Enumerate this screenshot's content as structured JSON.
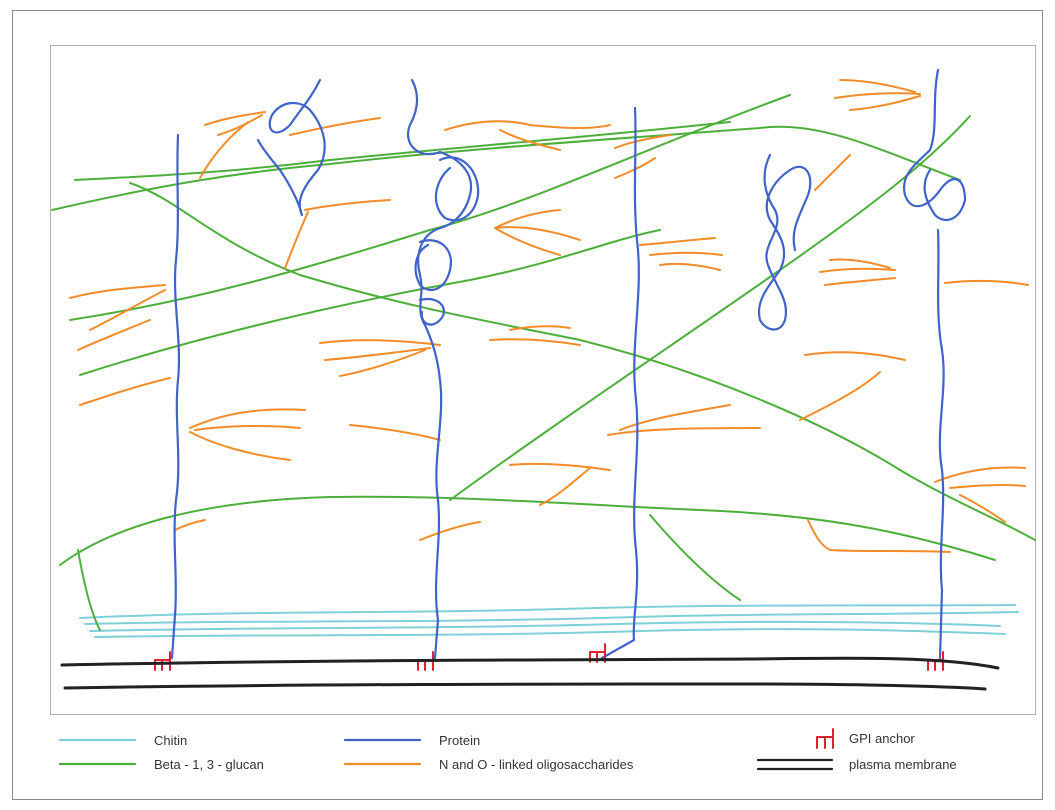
{
  "colors": {
    "chitin": "#7fd0d6",
    "glucan": "#4caf3a",
    "protein": "#3f63c8",
    "oligosaccharide": "#f28c28",
    "gpi": "#e0202e",
    "membrane": "#222222"
  },
  "legend": {
    "chitin": "Chitin",
    "glucan": "Beta - 1, 3 - glucan",
    "protein": "Protein",
    "oligosaccharide": "N and O - linked oligosaccharides",
    "gpi": "GPI anchor",
    "membrane": "plasma membrane"
  }
}
